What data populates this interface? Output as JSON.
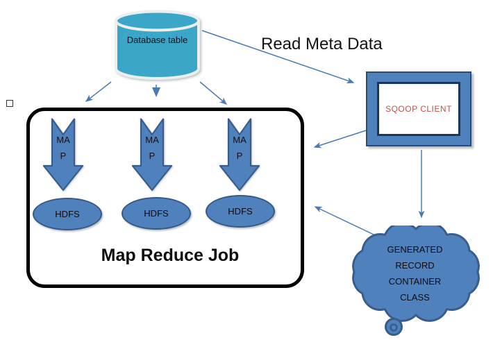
{
  "diagram": {
    "database": {
      "label": "Database table"
    },
    "read_meta_data_label": "Read Meta Data",
    "sqoop_client": {
      "label": "SQOOP CLIENT"
    },
    "map_reduce_box": {
      "title": "Map Reduce Job"
    },
    "map_arrows": [
      {
        "line1": "MA",
        "line2": "P"
      },
      {
        "line1": "MA",
        "line2": "P"
      },
      {
        "line1": "MA",
        "line2": "P"
      }
    ],
    "hdfs_nodes": [
      {
        "label": "HDFS"
      },
      {
        "label": "HDFS"
      },
      {
        "label": "HDFS"
      }
    ],
    "cloud": {
      "lines": [
        "GENERATED",
        "RECORD",
        "CONTAINER",
        "CLASS"
      ]
    },
    "colors": {
      "accent_blue": "#4F81BD",
      "dark_blue_border": "#385D8A",
      "cylinder_teal": "#3BA6C8",
      "sqoop_text_red": "#C0504D",
      "box_border_black": "#000000",
      "connector_blue": "#4A7AB5"
    }
  }
}
